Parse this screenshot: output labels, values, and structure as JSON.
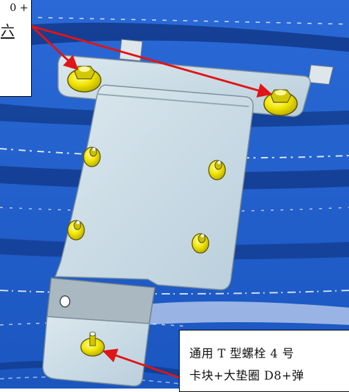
{
  "callouts": {
    "top_left": {
      "line1": "0 +",
      "line2": "六"
    },
    "bottom_right": {
      "line1": "通用 T 型螺栓 4 号",
      "line2": "卡块+大垫圈 D8+弹"
    }
  },
  "colors": {
    "background_blue": "#1f5fc8",
    "bracket_fill": "#c9dbe6",
    "bolt_yellow": "#f2e600",
    "arrow_red": "#e01515"
  }
}
